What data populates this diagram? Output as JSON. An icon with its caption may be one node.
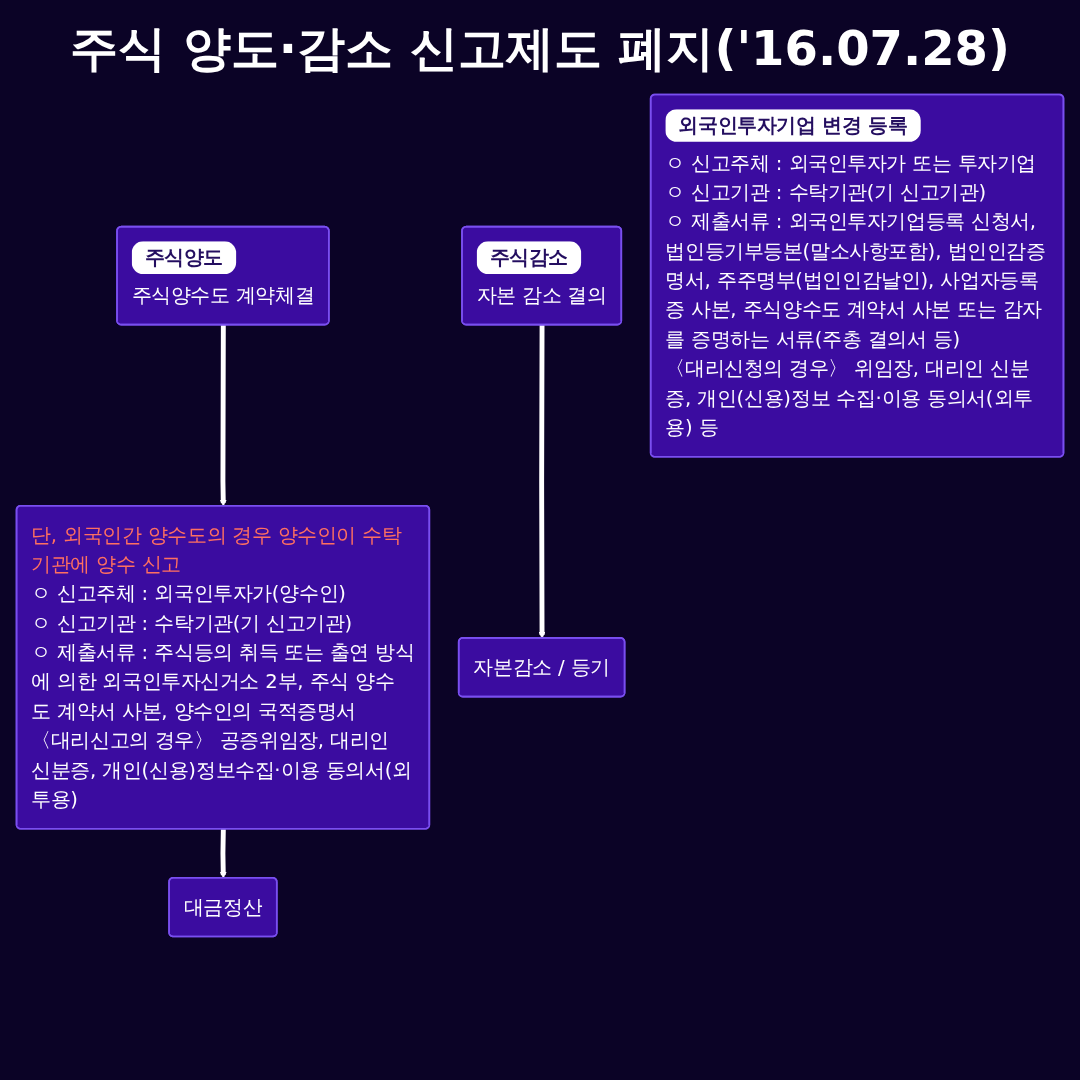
{
  "diagram": {
    "title": "주식 양도·감소 신고제도 폐지('16.07.28)",
    "nodes": [
      {
        "text": [
          "주식양도",
          "주식양수도 계약체결"
        ]
      },
      {
        "text": [
          "주식감소",
          "자본 감소 결의"
        ]
      },
      {
        "text": [
          "단, 외국인간 양수도의 경우 양수인이 수탁기관에 양수 신고",
          "ㅇ 신고주체 : 외국인투자가(양수인)",
          "ㅇ 신고기관 : 수탁기관(기 신고기관)",
          "ㅇ 제출서류 : 주식등의 취득 또는 출연 방식에 의한 외국인투자신거소 2부, 주식 양수도 계약서 사본, 양수인의 국적증명서",
          "〈대리신고의 경우〉 공증위임장, 대리인 신분증, 개인(신용)정보수집·이용 동의서(외투용)"
        ]
      },
      {
        "text": [
          "대금정산"
        ]
      },
      {
        "text": [
          "자본감소 / 등기"
        ]
      },
      {
        "text": [
          "외국인투자기업 변경 등록",
          "ㅇ 신고주체 : 외국인투자가 또는 투자기업",
          "ㅇ 신고기관 : 수탁기관(기 신고기관)",
          "ㅇ 제출서류 : 외국인투자기업등록 신청서, 법인등기부등본(말소사항포함), 법인인감증명서, 주주명부(법인인감날인), 사업자등록증 사본, 주식양수도 계약서 사본 또는 감자를 증명하는 서류(주총 결의서 등)",
          "〈대리신청의 경우〉 위임장, 대리인 신분증, 개인(신용)정보 수집·이용 동의서(외투용) 등"
        ]
      }
    ],
    "edges": [
      {
        "from": 0,
        "to": 2,
        "arrow": "to"
      },
      {
        "from": 2,
        "to": 3,
        "arrow": "to"
      },
      {
        "from": 1,
        "to": 4,
        "arrow": "to"
      }
    ]
  }
}
